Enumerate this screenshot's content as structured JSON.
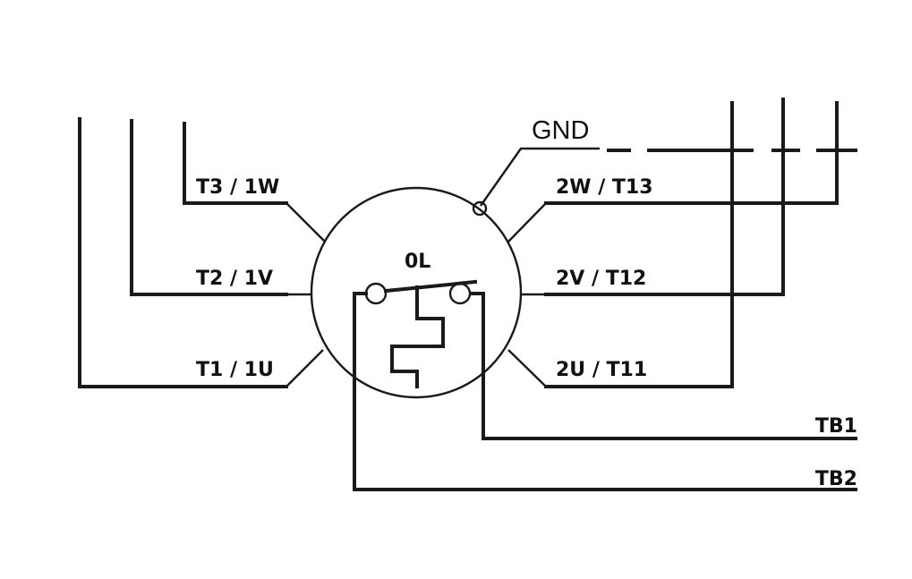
{
  "labels": {
    "t3": "T3 / 1W",
    "t2": "T2 / 1V",
    "t1": "T1 / 1U",
    "t13": "2W / T13",
    "t12": "2V / T12",
    "t11": "2U / T11",
    "gnd": "GND",
    "ol": "0L",
    "tb1": "TB1",
    "tb2": "TB2"
  },
  "colors": {
    "line": "#1a1a1a",
    "background": "#ffffff"
  }
}
